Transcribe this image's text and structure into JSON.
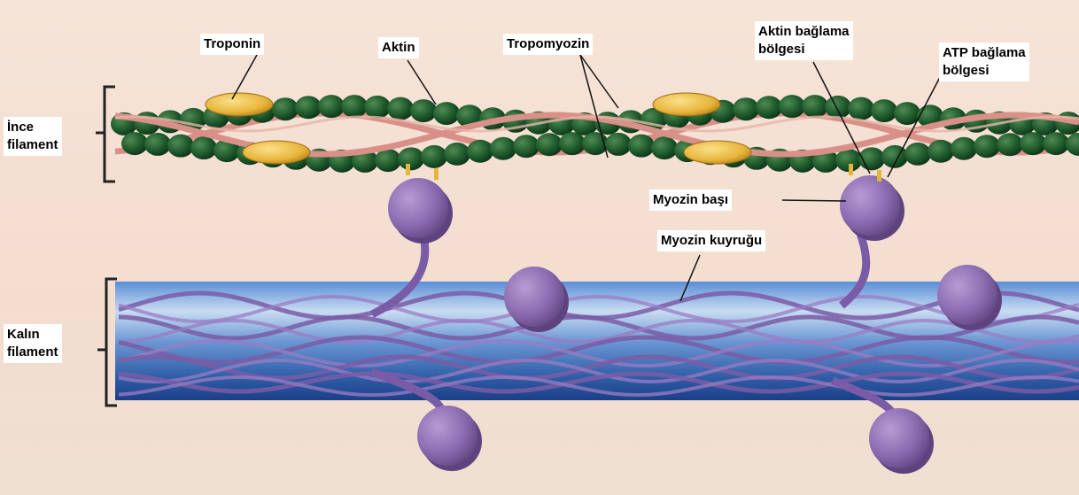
{
  "labels": {
    "troponin": "Troponin",
    "aktin": "Aktin",
    "tropomyozin": "Tropomyozin",
    "aktin_baglama": [
      "Aktin bağlama",
      "bölgesi"
    ],
    "atp_baglama": [
      "ATP bağlama",
      "bölgesi"
    ],
    "ince_filament": [
      "İnce",
      "filament"
    ],
    "myozin_basi": "Myozin başı",
    "myozin_kuyrugu": "Myozin kuyruğu",
    "kalin_filament": [
      "Kalın",
      "filament"
    ]
  },
  "colors": {
    "background": "#f5e1d4",
    "actin_bead": "#1f5a2c",
    "tropomyosin": "#d99088",
    "troponin": "#e7b43a",
    "myosin": "#8a6aae",
    "thick_filament": "#4f86c6"
  }
}
